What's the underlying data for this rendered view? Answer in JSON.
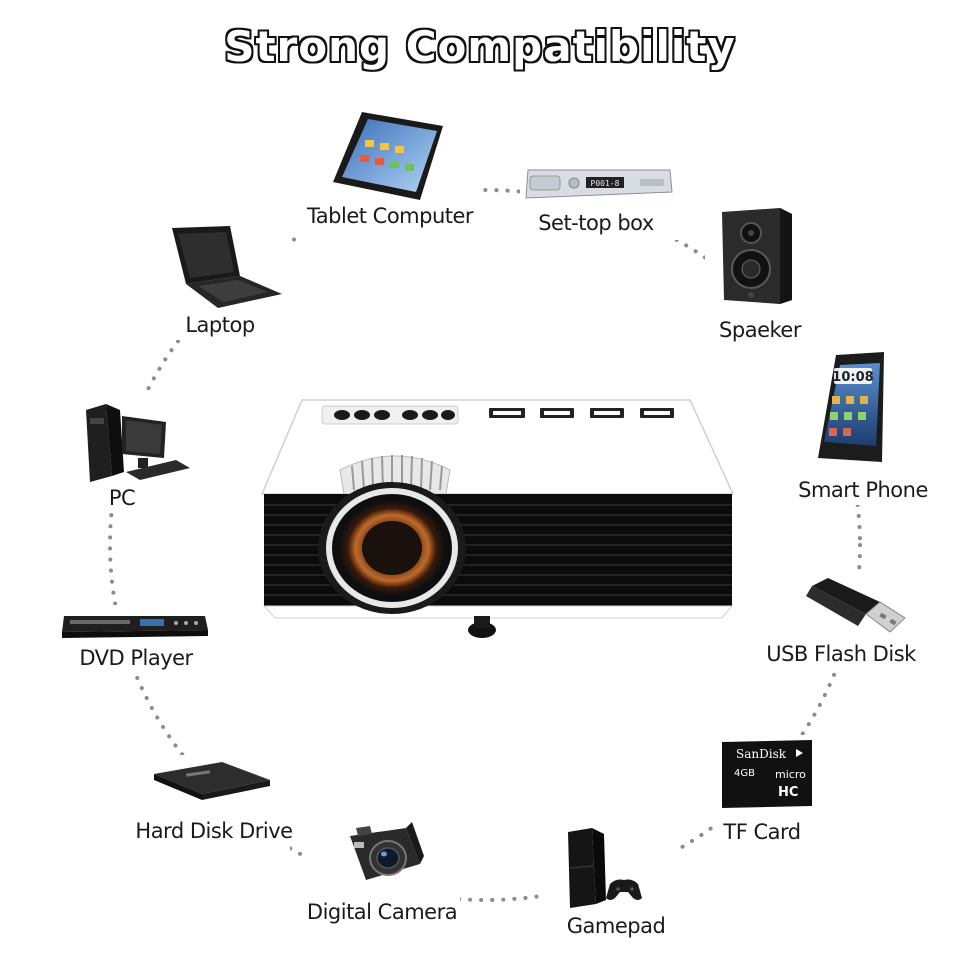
{
  "title": "Strong Compatibility",
  "devices": [
    {
      "id": "tablet",
      "label": "Tablet Computer",
      "icon": "tablet-icon"
    },
    {
      "id": "settop",
      "label": "Set-top box",
      "icon": "set-top-box-icon"
    },
    {
      "id": "speaker",
      "label": "Spaeker",
      "icon": "speaker-icon"
    },
    {
      "id": "phone",
      "label": "Smart Phone",
      "icon": "smartphone-icon"
    },
    {
      "id": "usb",
      "label": "USB Flash Disk",
      "icon": "usb-flash-disk-icon"
    },
    {
      "id": "tf",
      "label": "TF Card",
      "icon": "tf-card-icon"
    },
    {
      "id": "gamepad",
      "label": "Gamepad",
      "icon": "game-console-icon"
    },
    {
      "id": "camera",
      "label": "Digital Camera",
      "icon": "camera-icon"
    },
    {
      "id": "hdd",
      "label": "Hard Disk Drive",
      "icon": "hard-disk-icon"
    },
    {
      "id": "dvd",
      "label": "DVD Player",
      "icon": "dvd-player-icon"
    },
    {
      "id": "pc",
      "label": "PC",
      "icon": "desktop-pc-icon"
    },
    {
      "id": "laptop",
      "label": "Laptop",
      "icon": "laptop-icon"
    }
  ],
  "tf_card": {
    "brand": "SanDisk",
    "capacity": "4GB",
    "type": "micro",
    "class": "HC"
  },
  "phone_clock": "10:08",
  "settop_display": "P001-8",
  "colors": {
    "dots": "#8c8c8c",
    "projector_body": "#ffffff",
    "projector_grille": "#0b0b0b",
    "lens_glow": "#b05a20"
  }
}
